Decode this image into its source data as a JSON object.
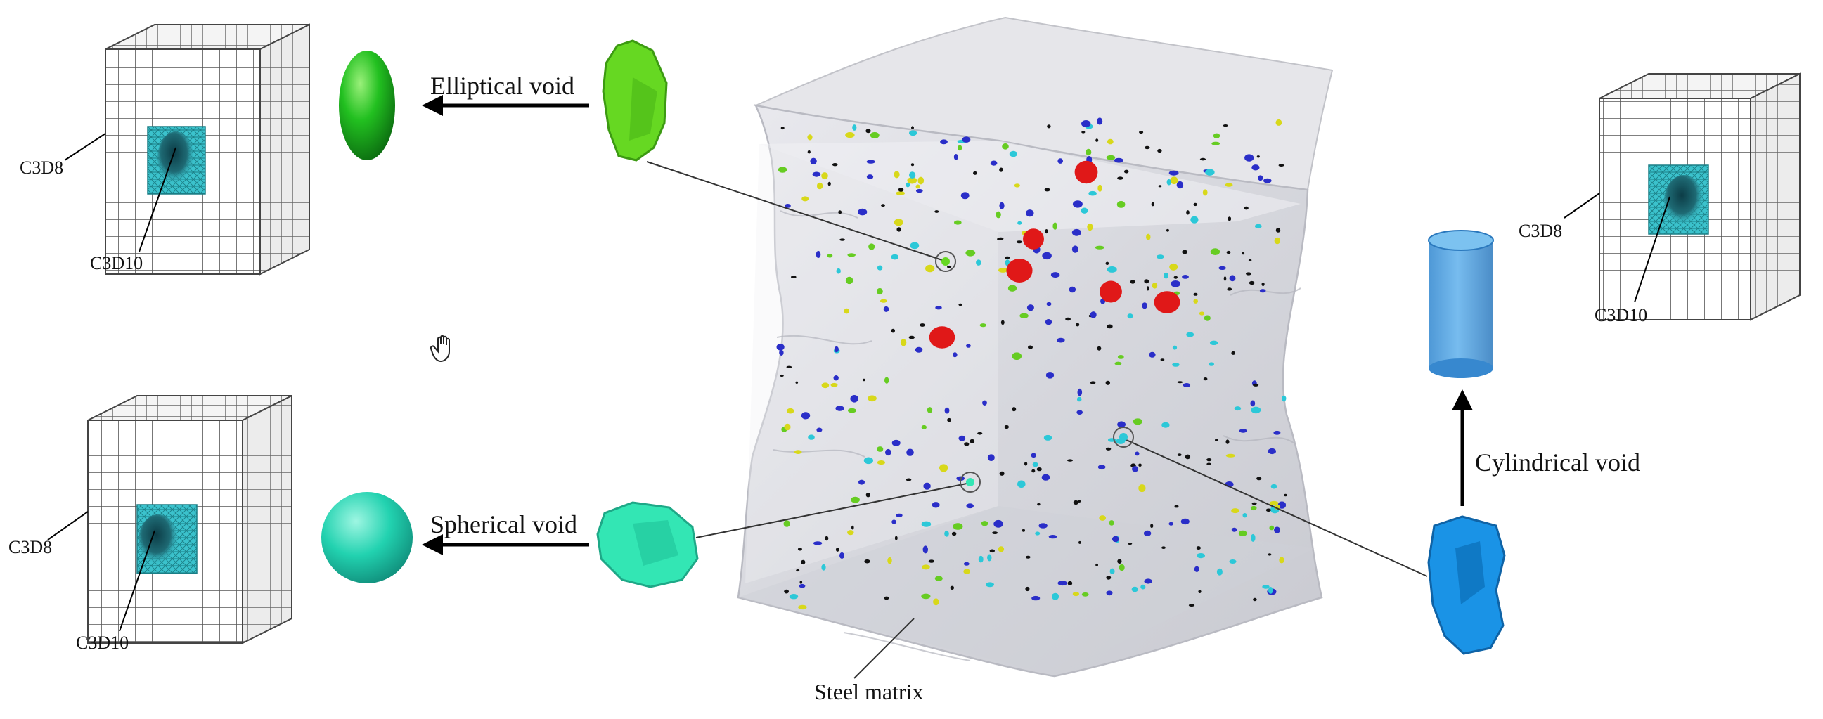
{
  "labels": {
    "elliptical_void": "Elliptical void",
    "spherical_void": "Spherical void",
    "cylindrical_void": "Cylindrical void",
    "steel_matrix": "Steel matrix",
    "mesh_top_left": {
      "hex": "C3D8",
      "tet": "C3D10"
    },
    "mesh_bottom_left": {
      "hex": "C3D8",
      "tet": "C3D10"
    },
    "mesh_right": {
      "hex": "C3D8",
      "tet": "C3D10"
    }
  },
  "colors": {
    "elliptical": "#22c020",
    "elliptical_raw": "#66d822",
    "spherical": "#22d2b0",
    "spherical_raw": "#33e6b4",
    "cylindrical": "#3f9be0",
    "cylindrical_raw": "#1a93e6",
    "matrix": "#dadbe0",
    "mesh_core": "#3bc2cc",
    "defect_red": "#e01818",
    "defect_blue": "#2a2ec8",
    "defect_cyan": "#2cc8d8",
    "defect_yellow": "#d8d81a",
    "defect_green": "#66cc22",
    "defect_black": "#111111"
  },
  "icons": [
    "hand-cursor-icon"
  ]
}
